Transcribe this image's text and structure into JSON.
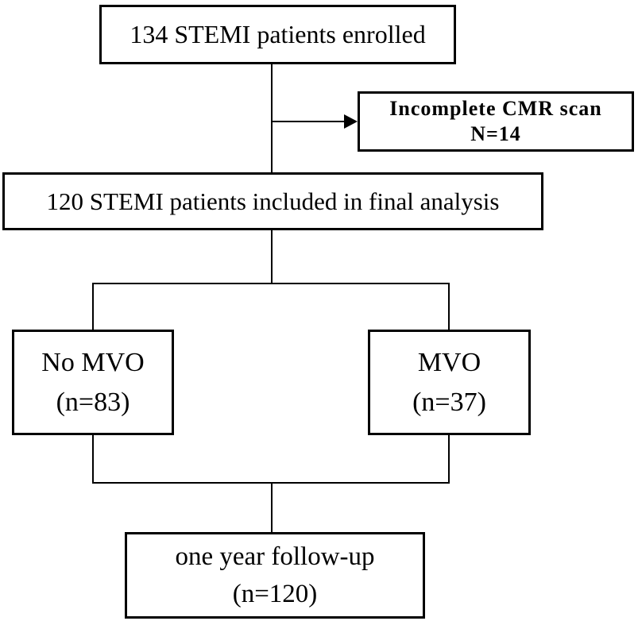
{
  "figure": {
    "type": "flowchart",
    "boxes": {
      "enrolled": {
        "text": "134 STEMI patients enrolled"
      },
      "excluded": {
        "lines": [
          "Incomplete CMR scan",
          "N=14"
        ]
      },
      "included": {
        "text": "120 STEMI patients included in final analysis"
      },
      "no_mvo": {
        "lines": [
          "No MVO",
          "(n=83)"
        ]
      },
      "mvo": {
        "lines": [
          "MVO",
          "(n=37)"
        ]
      },
      "followup": {
        "lines": [
          "one year follow-up",
          "(n=120)"
        ]
      }
    },
    "counts": {
      "enrolled": 134,
      "excluded_incomplete_cmr": 14,
      "included_final_analysis": 120,
      "no_mvo": 83,
      "mvo": 37,
      "one_year_followup": 120
    },
    "colors": {
      "line": "#000000",
      "background": "#ffffff",
      "text": "#000000"
    }
  }
}
